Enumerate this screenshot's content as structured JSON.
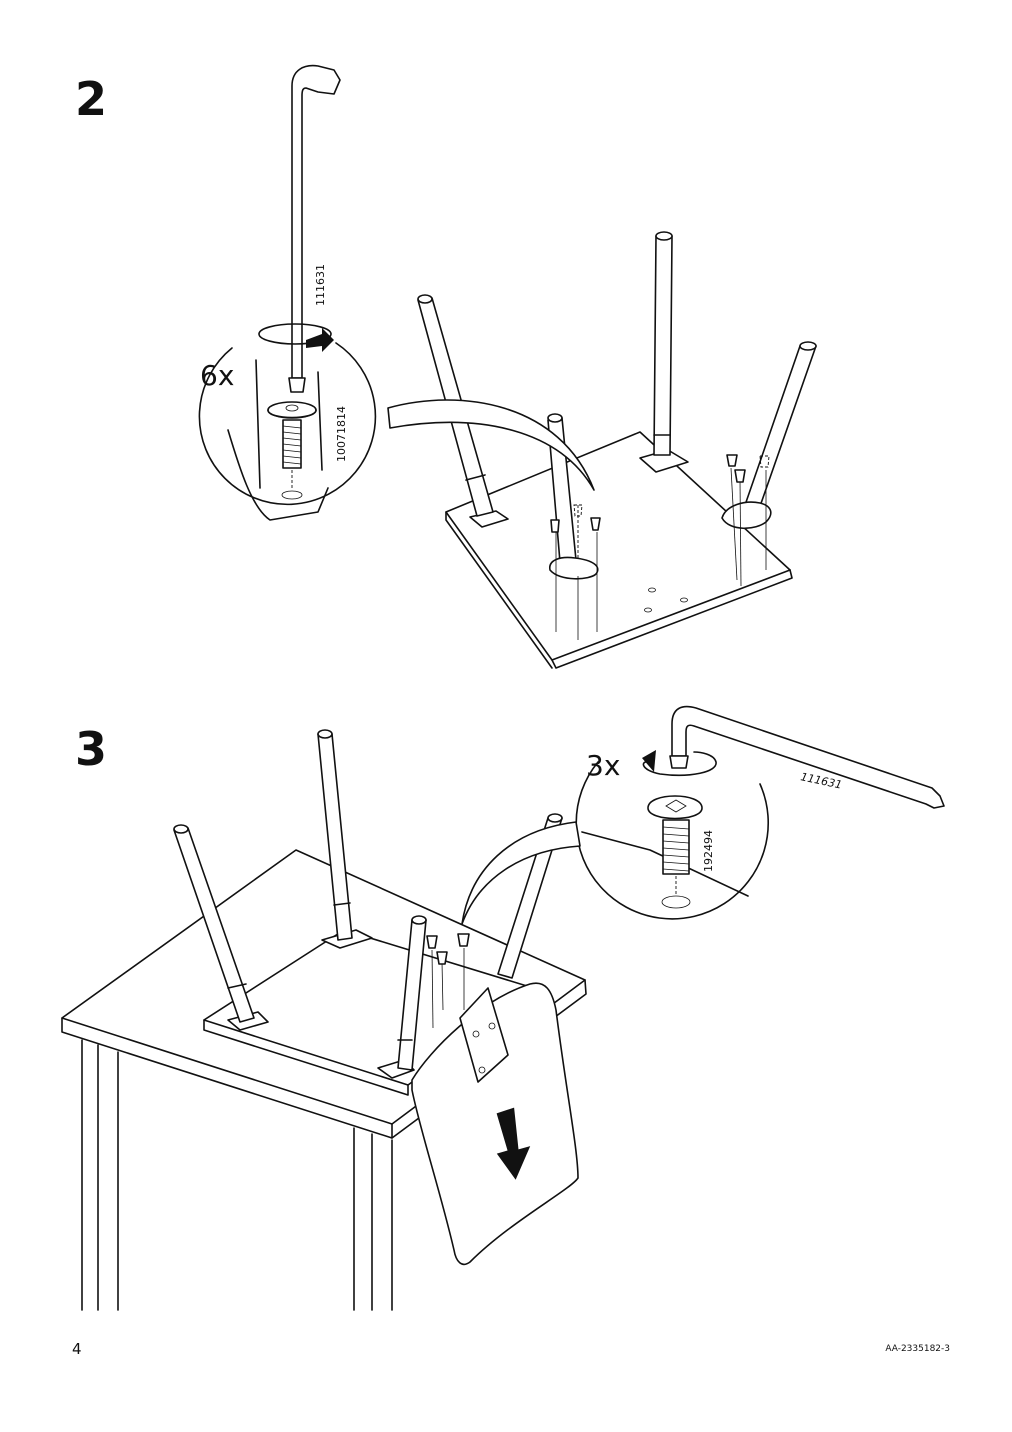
{
  "page": {
    "page_number": "4",
    "doc_code": "AA-2335182-3"
  },
  "step2": {
    "number": "2",
    "quantity": "6x",
    "tool_part_number": "111631",
    "screw_part_number": "10071814"
  },
  "step3": {
    "number": "3",
    "quantity": "3x",
    "tool_part_number": "111631",
    "screw_part_number": "192494"
  },
  "icons": [
    "allen-key-icon",
    "rotate-arrow-icon",
    "screw-icon",
    "down-arrow-icon"
  ]
}
